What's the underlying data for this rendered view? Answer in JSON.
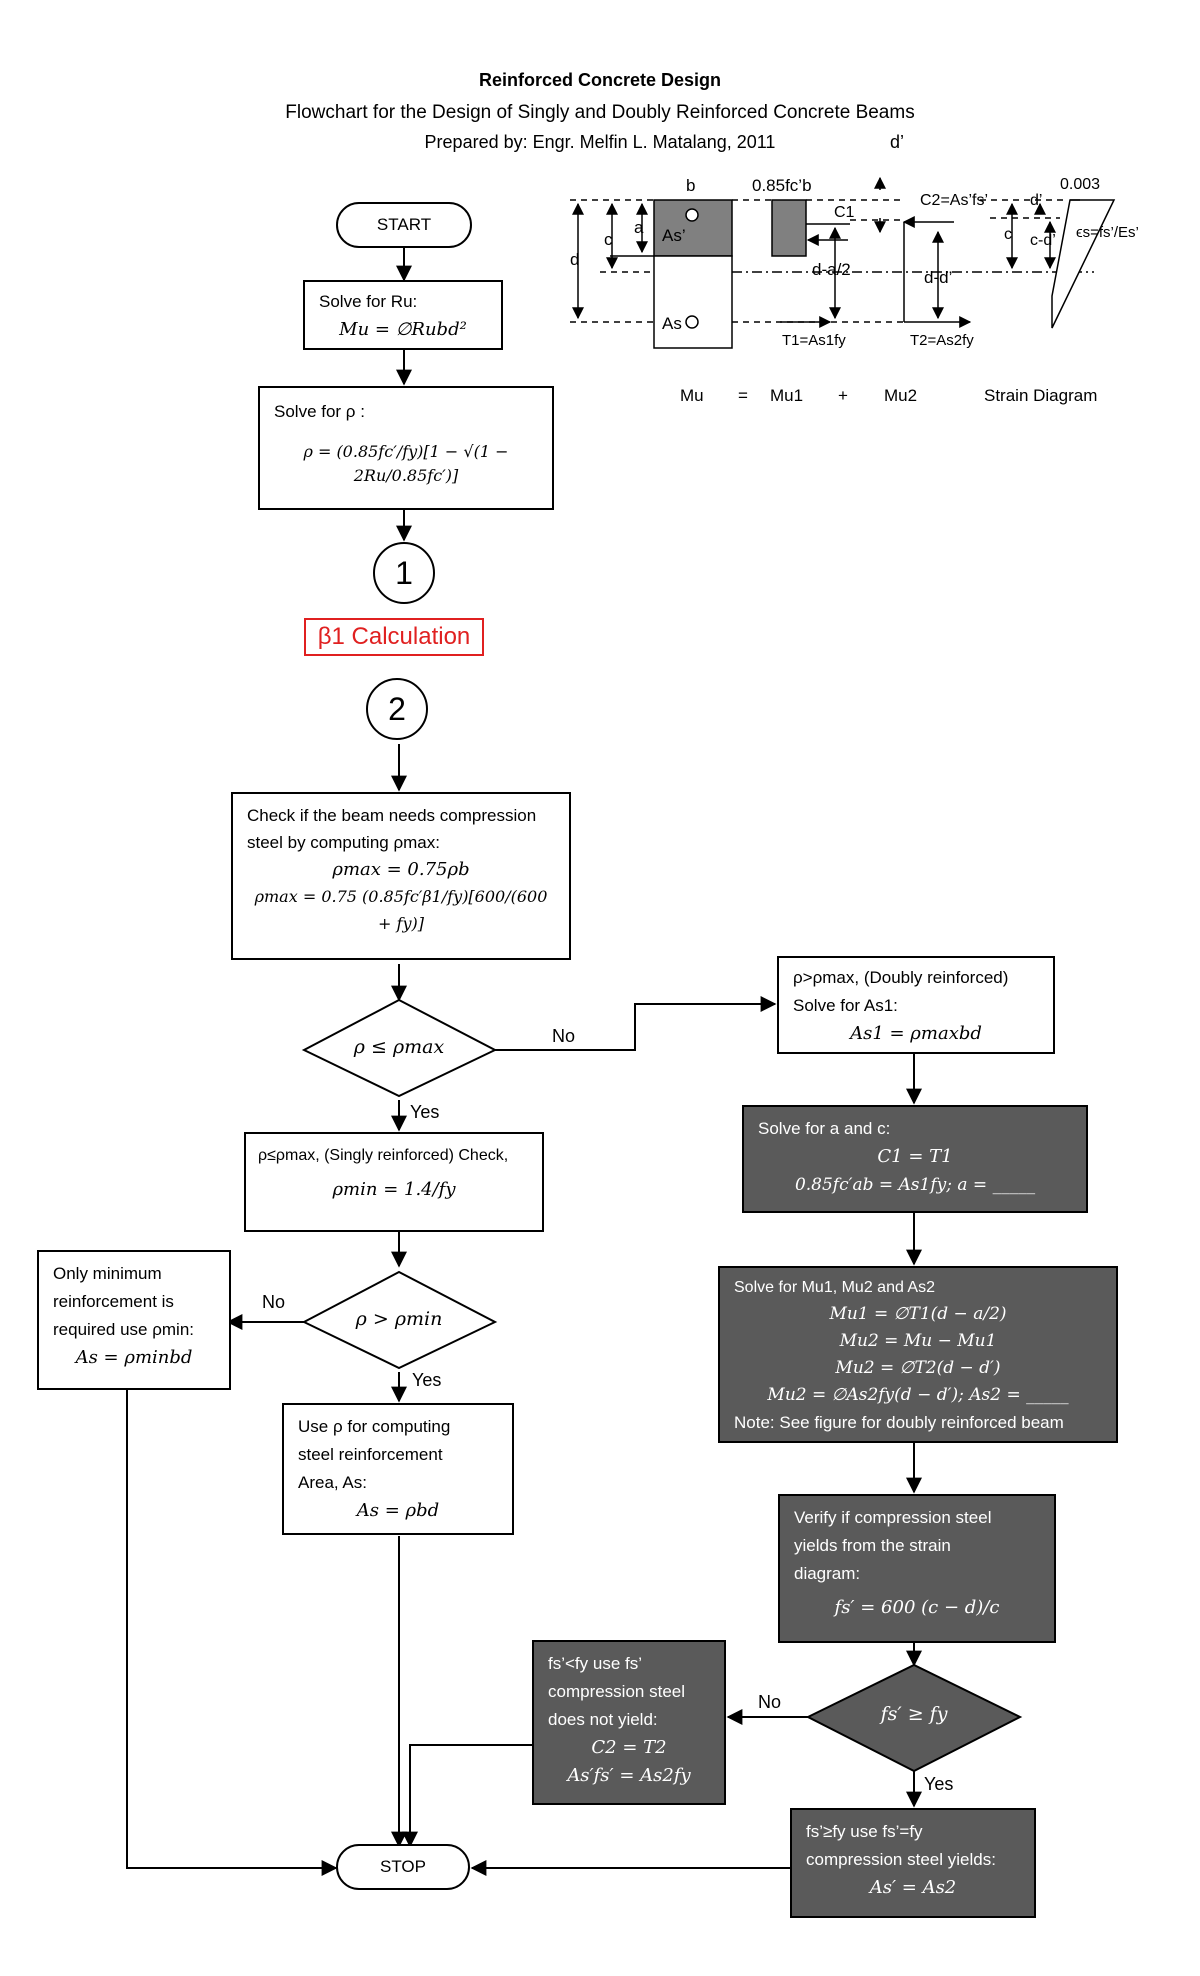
{
  "header": {
    "title": "Reinforced Concrete Design",
    "subtitle": "Flowchart for the Design of Singly and Doubly Reinforced Concrete Beams",
    "author": "Prepared by: Engr. Melfin L. Matalang, 2011",
    "d_prime": "d’"
  },
  "start_label": "START",
  "stop_label": "STOP",
  "ru_box": {
    "title": "Solve for Ru:",
    "formula": "Mu = ∅Rubd²"
  },
  "rho_box": {
    "title": "Solve for ρ :",
    "formula": "ρ = (0.85fc′/fy)[1 − √(1 − 2Ru/0.85fc′)]"
  },
  "connector1": "1",
  "connector2": "2",
  "beta_label": "β1 Calculation",
  "rhomax_box": {
    "line1": "Check if the beam needs compression",
    "line2": "steel by computing ρmax:",
    "formula1": "ρmax = 0.75ρb",
    "formula2": "ρmax = 0.75 (0.85fc′β1/fy)[600/(600 + fy)]"
  },
  "decision1": "ρ ≤ ρmax",
  "decision1_no": "No",
  "decision1_yes": "Yes",
  "singly_box": {
    "line1": "ρ≤ρmax, (Singly reinforced) Check,",
    "formula": "ρmin = 1.4/fy"
  },
  "decision2": "ρ > ρmin",
  "decision2_no": "No",
  "decision2_yes": "Yes",
  "min_box": {
    "line1": "Only minimum",
    "line2": "reinforcement is",
    "line3": "required use ρmin:",
    "formula": "As = ρminbd"
  },
  "use_rho_box": {
    "line1": "Use ρ for computing",
    "line2": "steel reinforcement",
    "line3": "Area, As:",
    "formula": "As = ρbd"
  },
  "doubly_box": {
    "line1": "ρ>ρmax, (Doubly reinforced)",
    "line2": "Solve for As1:",
    "formula": "As1 = ρmaxbd"
  },
  "ac_box": {
    "title": "Solve for a and c:",
    "formula1": "C1 = T1",
    "formula2": "0.85fc′ab = As1fy; a = _____"
  },
  "mu_box": {
    "title": "Solve for Mu1, Mu2 and As2",
    "f1": "Mu1 = ∅T1(d − a/2)",
    "f2": "Mu2 = Mu − Mu1",
    "f3": "Mu2 = ∅T2(d − d′)",
    "f4": "Mu2 = ∅As2fy(d − d′); As2 = _____",
    "note": "Note: See figure for doubly reinforced beam"
  },
  "verify_box": {
    "line1": "Verify if compression steel",
    "line2": "yields from the strain",
    "line3": "diagram:",
    "formula": "fs′ = 600 (c − d)/c"
  },
  "decision3": "fs′ ≥ fy",
  "decision3_no": "No",
  "decision3_yes": "Yes",
  "noyield_box": {
    "line1": "fs’<fy use fs’",
    "line2": "compression steel",
    "line3": "does not yield:",
    "f1": "C2 = T2",
    "f2": "As′fs′ = As2fy"
  },
  "yield_box": {
    "line1": "fs’≥fy use fs’=fy",
    "line2": "compression steel yields:",
    "formula": "As′ = As2"
  },
  "figure": {
    "b": "b",
    "a": "a",
    "c": "c",
    "d": "d",
    "As_prime": "As’",
    "As": "As",
    "stress": "0.85fc’b",
    "C1": "C1",
    "C2": "C2=As’fs’",
    "da2": "d-a/2",
    "ddp": "d-d’",
    "T1": "T1=As1fy",
    "T2": "T2=As2fy",
    "strain_top": "0.003",
    "strain_dp": "d’",
    "strain_c": "c",
    "strain_cdp": "c-d’",
    "strain_es": "ϵs=fs’/Es’",
    "eq_mu": "Mu",
    "eq_eq": "=",
    "eq_mu1": "Mu1",
    "eq_plus": "+",
    "eq_mu2": "Mu2",
    "strain_diagram": "Strain Diagram"
  },
  "colors": {
    "dark_fill": "#5a5a5a",
    "beam_fill": "#808080",
    "beta_red": "#e02020"
  }
}
